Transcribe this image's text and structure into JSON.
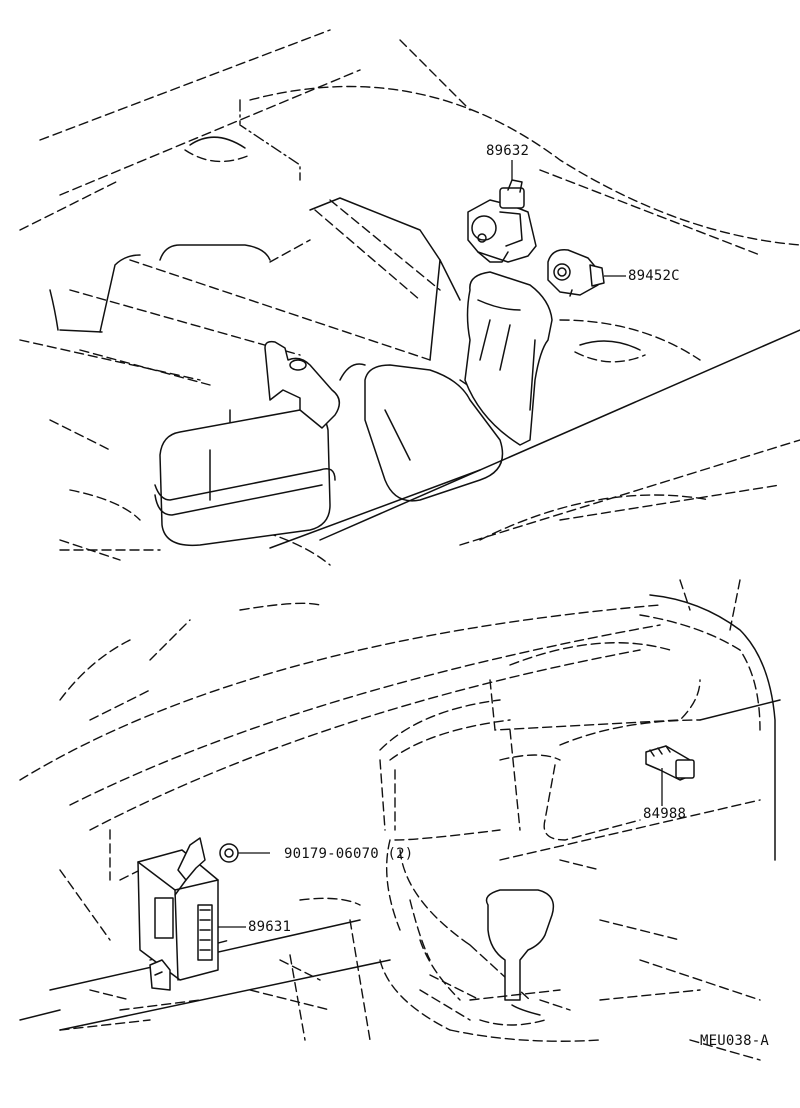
{
  "diagram": {
    "colors": {
      "line": "#111111",
      "background": "#ffffff"
    },
    "labels": {
      "airflow_meter": "89632",
      "throttle_sensor": "89452C",
      "switch": "84988",
      "clip": "90179-06070 (2)",
      "ecu": "89631",
      "figure_code": "MEU038-A"
    }
  }
}
